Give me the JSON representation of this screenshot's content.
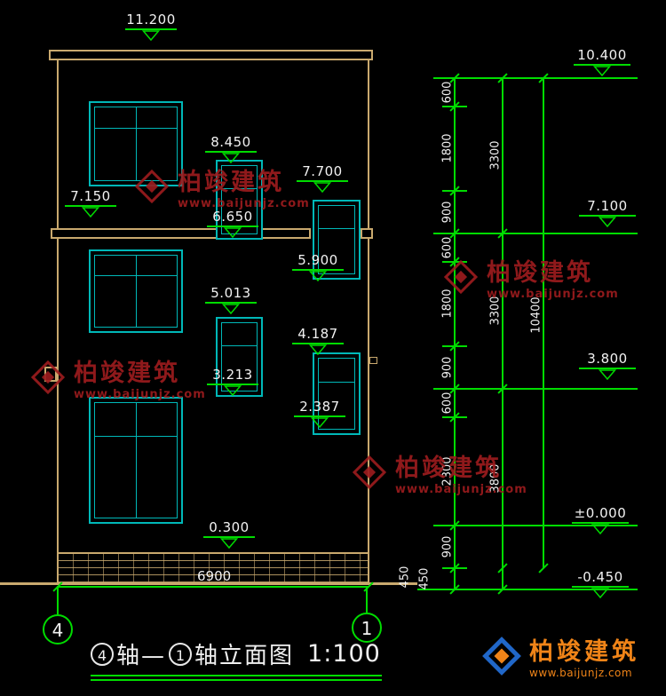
{
  "drawing": {
    "title_axis_left": "4",
    "title_text_1": "轴—",
    "title_axis_right": "1",
    "title_text_2": "轴立面图",
    "title_scale": "1:100"
  },
  "axes": {
    "left_bubble": "4",
    "right_bubble": "1"
  },
  "dimensions": {
    "bottom_width": "6900",
    "chain_inner": [
      "600",
      "1800",
      "900",
      "600",
      "1800",
      "900",
      "600",
      "2300",
      "900",
      "450"
    ],
    "chain_mid": [
      "3300",
      "3300",
      "3800",
      "450"
    ],
    "chain_total": "10400"
  },
  "elevations_left": [
    "11.200",
    "7.150",
    "8.450",
    "6.650",
    "7.700",
    "5.900",
    "5.013",
    "3.213",
    "4.187",
    "2.387",
    "0.300"
  ],
  "elevations_right": [
    "10.400",
    "7.100",
    "3.800",
    "±0.000",
    "-0.450"
  ],
  "watermark": {
    "brand": "柏竣建筑",
    "site": "www.baijunjz.com"
  },
  "logo": {
    "brand": "柏竣建筑",
    "site": "www.baijunjz.com"
  },
  "colors": {
    "background": "#000000",
    "dimension_green": "#00DC00",
    "wall_tan": "#C9A96E",
    "window_cyan": "#00B8B8",
    "text_white": "#F2F2F2",
    "watermark_red": "#9C1C1E",
    "logo_orange": "#F08418",
    "logo_blue": "#2067C8"
  }
}
